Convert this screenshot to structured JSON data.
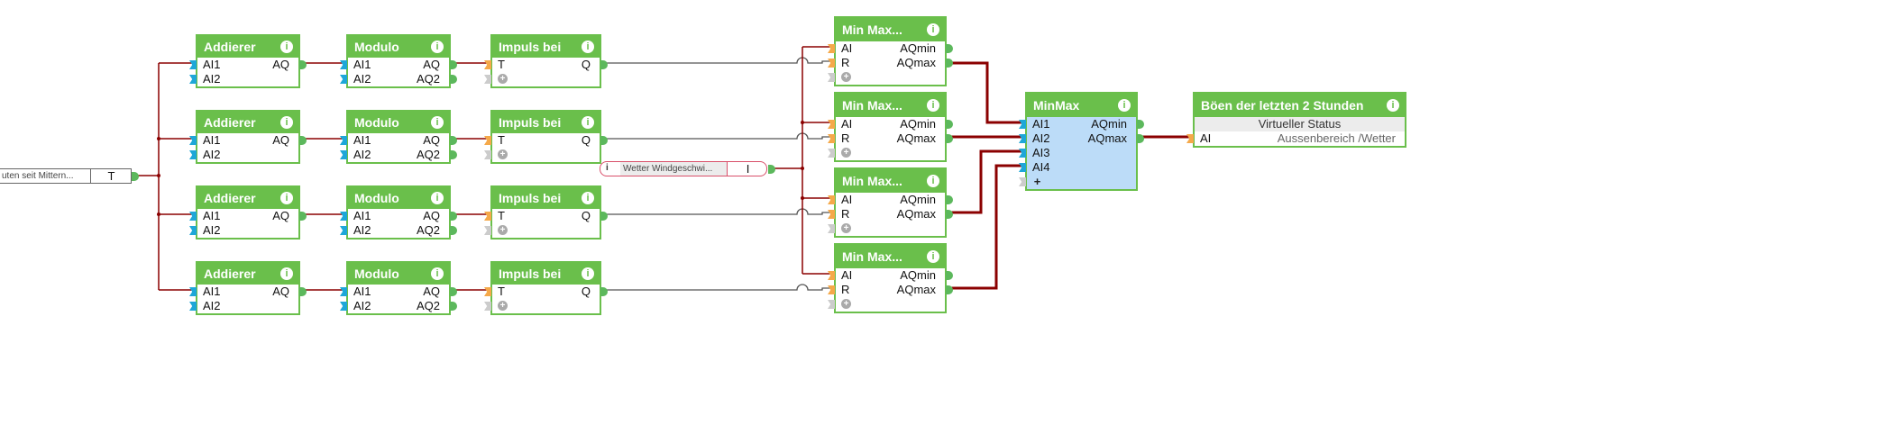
{
  "colors": {
    "header": "#6abf4b",
    "wire": "#8b0000",
    "wire_gray": "#555555",
    "input_analog": "#1ea7d8",
    "input_digital": "#f5a94a",
    "input_unused": "#cccccc",
    "output": "#5cb85c",
    "minmax_body": "#bcdcf8"
  },
  "source_block": {
    "label": "uten seit Mittern...",
    "output": "T"
  },
  "virtual_input": {
    "label": "Wetter  Windgeschwi...",
    "output": "I",
    "icon": "info-icon"
  },
  "blocks": [
    {
      "title": "Addierer",
      "inputs": [
        "AI1",
        "AI2"
      ],
      "outputs": [
        "AQ",
        ""
      ]
    },
    {
      "title": "Addierer",
      "inputs": [
        "AI1",
        "AI2"
      ],
      "outputs": [
        "AQ",
        ""
      ]
    },
    {
      "title": "Addierer",
      "inputs": [
        "AI1",
        "AI2"
      ],
      "outputs": [
        "AQ",
        ""
      ]
    },
    {
      "title": "Addierer",
      "inputs": [
        "AI1",
        "AI2"
      ],
      "outputs": [
        "AQ",
        ""
      ]
    },
    {
      "title": "Modulo",
      "inputs": [
        "AI1",
        "AI2"
      ],
      "outputs": [
        "AQ",
        "AQ2"
      ]
    },
    {
      "title": "Modulo",
      "inputs": [
        "AI1",
        "AI2"
      ],
      "outputs": [
        "AQ",
        "AQ2"
      ]
    },
    {
      "title": "Modulo",
      "inputs": [
        "AI1",
        "AI2"
      ],
      "outputs": [
        "AQ",
        "AQ2"
      ]
    },
    {
      "title": "Modulo",
      "inputs": [
        "AI1",
        "AI2"
      ],
      "outputs": [
        "AQ",
        "AQ2"
      ]
    },
    {
      "title": "Impuls bei",
      "inputs": [
        "T",
        "+"
      ],
      "outputs": [
        "Q",
        ""
      ]
    },
    {
      "title": "Impuls bei",
      "inputs": [
        "T",
        "+"
      ],
      "outputs": [
        "Q",
        ""
      ]
    },
    {
      "title": "Impuls bei",
      "inputs": [
        "T",
        "+"
      ],
      "outputs": [
        "Q",
        ""
      ]
    },
    {
      "title": "Impuls bei",
      "inputs": [
        "T",
        "+"
      ],
      "outputs": [
        "Q",
        ""
      ]
    },
    {
      "title": "Min Max...",
      "inputs": [
        "AI",
        "R",
        "+"
      ],
      "outputs": [
        "AQmin",
        "AQmax",
        ""
      ]
    },
    {
      "title": "Min Max...",
      "inputs": [
        "AI",
        "R",
        "+"
      ],
      "outputs": [
        "AQmin",
        "AQmax",
        ""
      ]
    },
    {
      "title": "Min Max...",
      "inputs": [
        "AI",
        "R",
        "+"
      ],
      "outputs": [
        "AQmin",
        "AQmax",
        ""
      ]
    },
    {
      "title": "Min Max...",
      "inputs": [
        "AI",
        "R",
        "+"
      ],
      "outputs": [
        "AQmin",
        "AQmax",
        ""
      ]
    },
    {
      "title": "MinMax",
      "inputs": [
        "AI1",
        "AI2",
        "AI3",
        "AI4",
        "+"
      ],
      "outputs": [
        "AQmin",
        "AQmax",
        "",
        "",
        ""
      ]
    },
    {
      "title": "Böen der letzten 2 Stunden",
      "status": "Virtueller Status",
      "inputs": [
        "AI"
      ],
      "outputs": [
        "Aussenbereich /Wetter"
      ]
    }
  ]
}
